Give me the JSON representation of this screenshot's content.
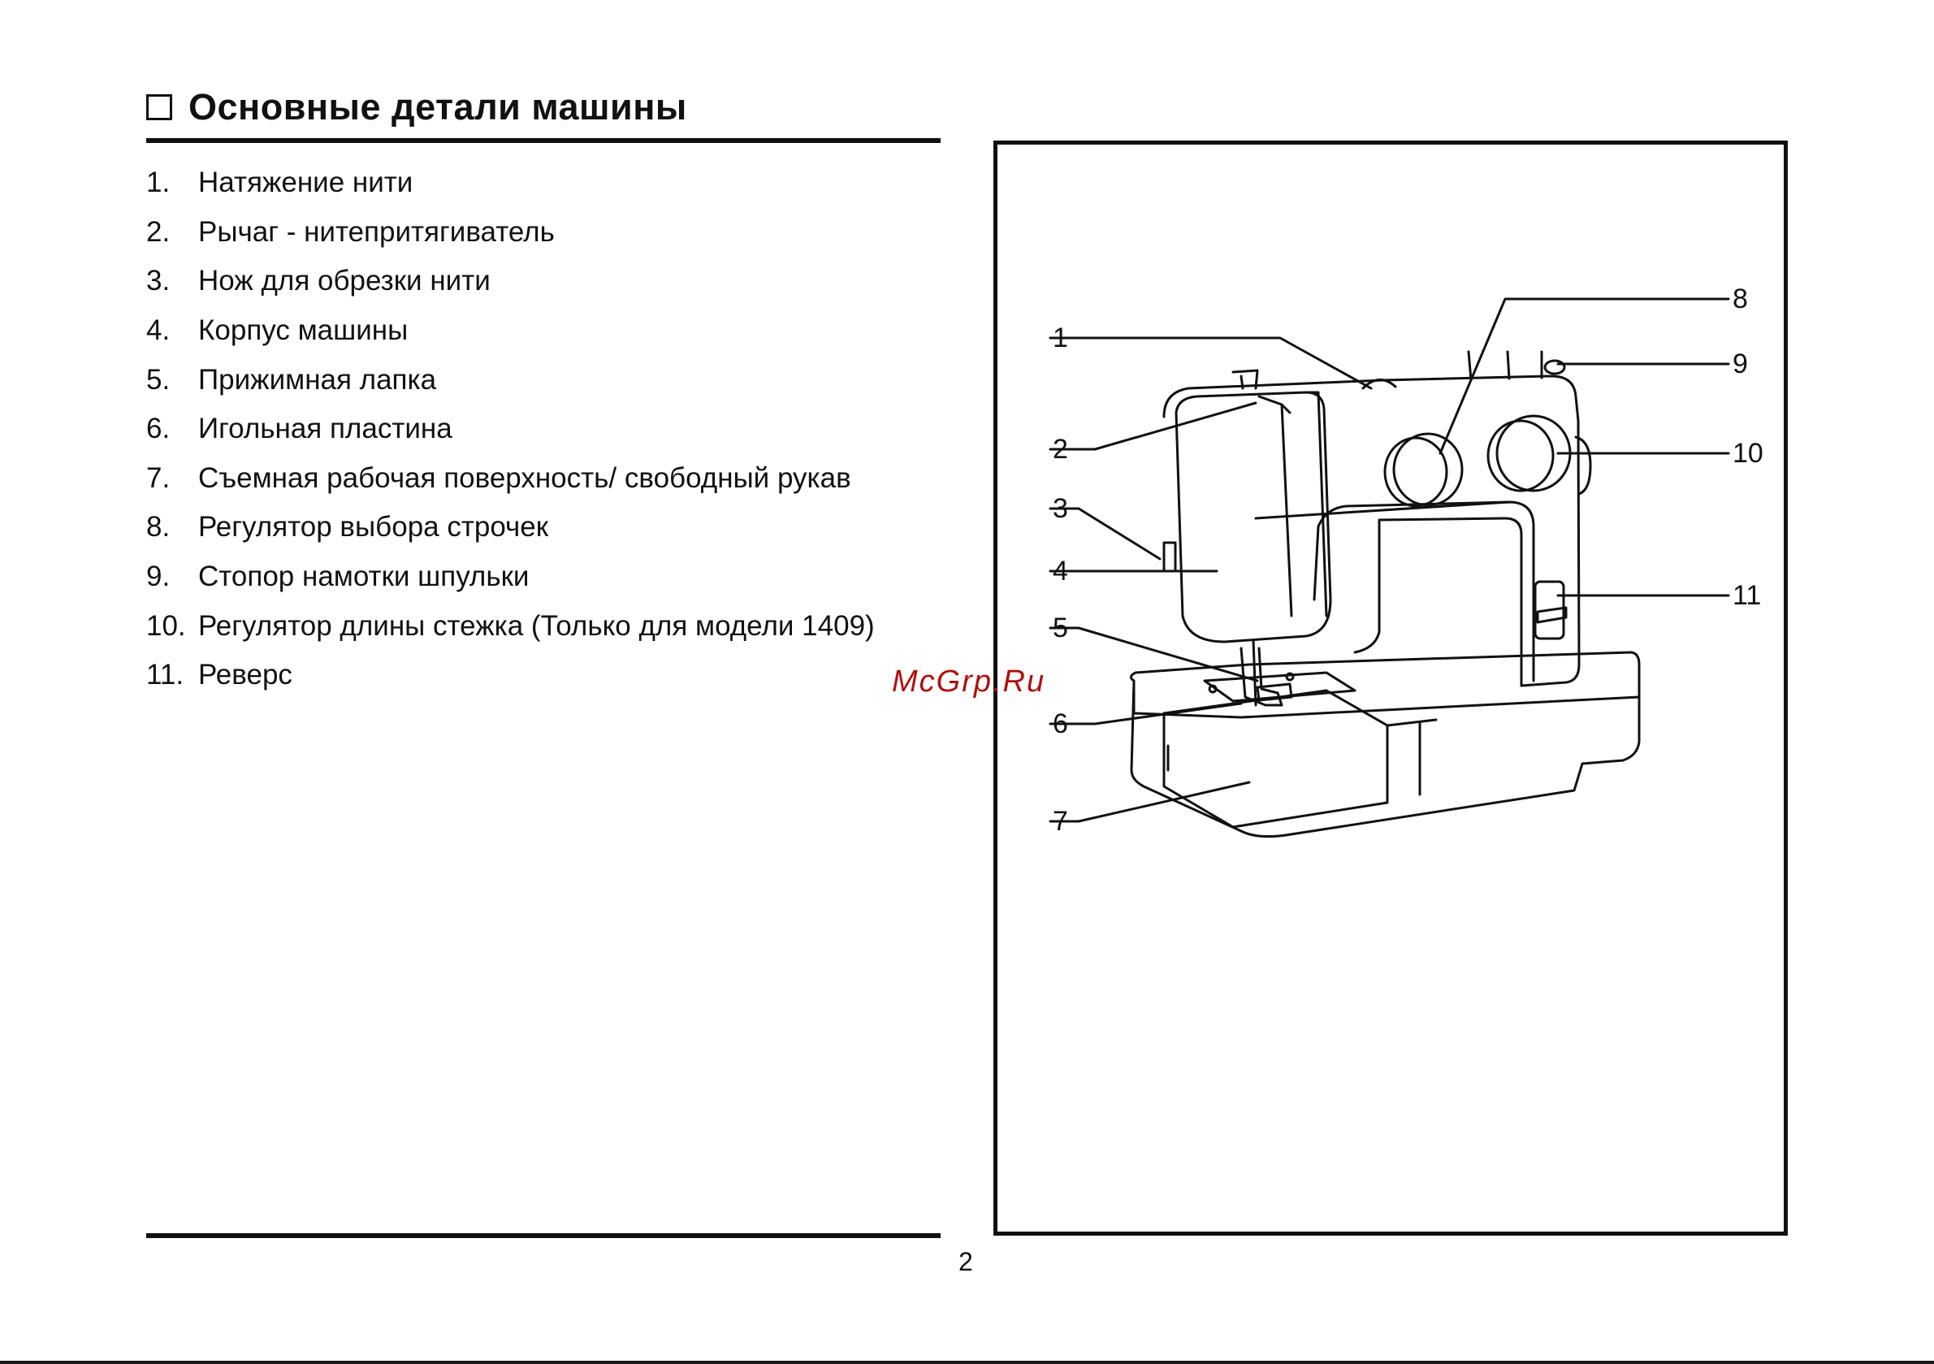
{
  "title": "Основные детали машины",
  "parts": [
    {
      "num": "1.",
      "text": "Натяжение нити"
    },
    {
      "num": "2.",
      "text": "Рычаг - нитепритягиватель"
    },
    {
      "num": "3.",
      "text": "Нож для обрезки нити"
    },
    {
      "num": "4.",
      "text": "Корпус машины"
    },
    {
      "num": "5.",
      "text": "Прижимная лапка"
    },
    {
      "num": "6.",
      "text": "Игольная пластина"
    },
    {
      "num": "7.",
      "text": "Съемная рабочая поверхность/ свободный рукав"
    },
    {
      "num": "8.",
      "text": "Регулятор выбора строчек"
    },
    {
      "num": "9.",
      "text": "Стопор намотки шпульки"
    },
    {
      "num": "10.",
      "text": "Регулятор длины стежка (Только для модели 1409)"
    },
    {
      "num": "11.",
      "text": "Реверс"
    }
  ],
  "figure_labels": {
    "l1": "1",
    "l2": "2",
    "l3": "3",
    "l4": "4",
    "l5": "5",
    "l6": "6",
    "l7": "7",
    "l8": "8",
    "l9": "9",
    "l10": "10",
    "l11": "11"
  },
  "watermark": "McGrp.Ru",
  "page_number": "2"
}
